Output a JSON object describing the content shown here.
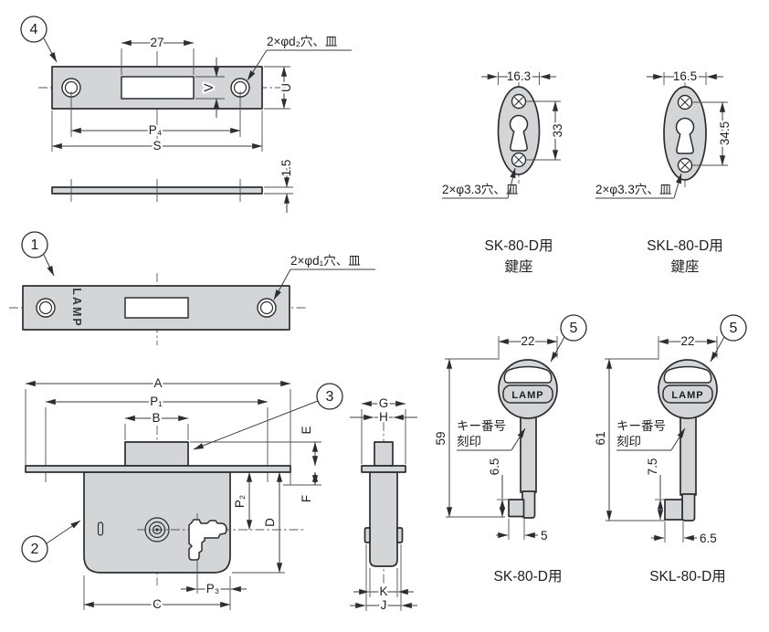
{
  "callouts": {
    "n1": "1",
    "n2": "2",
    "n3": "3",
    "n4": "4",
    "n5": "5"
  },
  "strike_plate": {
    "slot_width": "27",
    "dim_v": "V",
    "dim_u": "U",
    "pitch": "P₄",
    "length": "S",
    "thickness": "1.5",
    "hole_note": "2×φd₂穴、皿"
  },
  "face_plate": {
    "hole_note": "2×φd₁穴、皿",
    "brand": "LAMP"
  },
  "lock_body": {
    "dim_a": "A",
    "dim_p1": "P₁",
    "dim_b": "B",
    "dim_e": "E",
    "dim_f": "F",
    "dim_p2": "P₂",
    "dim_d": "D",
    "dim_p3": "P₃",
    "dim_c": "C"
  },
  "side_view": {
    "dim_g": "G",
    "dim_h": "H",
    "dim_k": "K",
    "dim_j": "J"
  },
  "keyplate_sk": {
    "width": "16.3",
    "hole_pitch": "33",
    "hole_note": "2×φ3.3穴、皿",
    "caption_model": "SK-80-D用",
    "caption_part": "鍵座"
  },
  "keyplate_skl": {
    "width": "16.5",
    "hole_pitch": "34.5",
    "hole_note": "2×φ3.3穴、皿",
    "caption_model": "SKL-80-D用",
    "caption_part": "鍵座"
  },
  "key_sk": {
    "head_width": "22",
    "length": "59",
    "bit_height": "6.5",
    "bit_width": "5",
    "brand": "LAMP",
    "note_line1": "キー番号",
    "note_line2": "刻印",
    "caption": "SK-80-D用"
  },
  "key_skl": {
    "head_width": "22",
    "length": "61",
    "bit_height": "7.5",
    "bit_width": "6.5",
    "brand": "LAMP",
    "note_line1": "キー番号",
    "note_line2": "刻印",
    "caption": "SKL-80-D用"
  },
  "colors": {
    "part_fill": "#d3d5d6",
    "line": "#2b2e31",
    "dim_line": "#3a3e42"
  }
}
